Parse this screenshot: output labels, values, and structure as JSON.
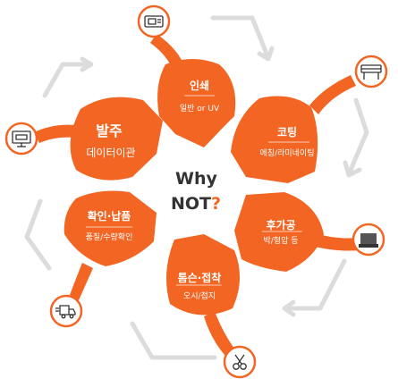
{
  "center": {
    "line1": "Why",
    "line2": "NOT",
    "question": "?"
  },
  "steps": {
    "order": {
      "title": "발주",
      "sub": "데이터이관",
      "icon": "monitor-icon"
    },
    "print": {
      "title": "인쇄",
      "sub": "일반 or UV",
      "icon": "printer-icon"
    },
    "coating": {
      "title": "코팅",
      "sub": "에칭/라미네이팅",
      "icon": "laminator-icon"
    },
    "post": {
      "title": "후가공",
      "sub": "박/형압 등",
      "icon": "press-machine-icon"
    },
    "cutting": {
      "title": "톰슨·접착",
      "sub": "오시/접지",
      "icon": "scissors-icon"
    },
    "confirm": {
      "title": "확인·납품",
      "sub": "품질/수량확인",
      "icon": "delivery-truck-icon"
    }
  },
  "colors": {
    "accent": "#f26522",
    "arrow": "#dcdcdc",
    "text_dark": "#333333"
  }
}
